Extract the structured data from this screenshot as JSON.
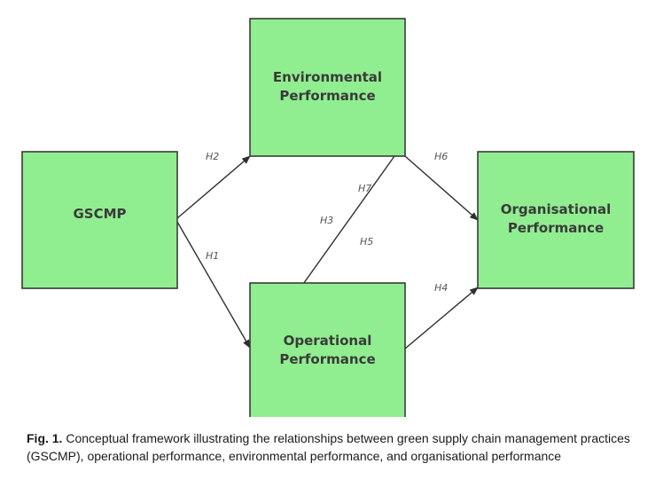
{
  "diagram": {
    "nodes": [
      {
        "id": "gscmp",
        "lines": [
          "GSCMP"
        ]
      },
      {
        "id": "environmental",
        "lines": [
          "Environmental",
          "Performance"
        ]
      },
      {
        "id": "operational",
        "lines": [
          "Operational",
          "Performance"
        ]
      },
      {
        "id": "organisational",
        "lines": [
          "Organisational",
          "Performance"
        ]
      }
    ],
    "edges": [
      {
        "from": "gscmp",
        "to": "environmental",
        "label": "H2"
      },
      {
        "from": "gscmp",
        "to": "operational",
        "label": "H1"
      },
      {
        "from": "environmental",
        "to": "organisational",
        "label": "H6"
      },
      {
        "from": "operational",
        "to": "organisational",
        "label": "H4"
      },
      {
        "from": "environmental",
        "to": "operational",
        "label": "H7"
      }
    ],
    "extra_labels": [
      "H3",
      "H5"
    ]
  },
  "caption": {
    "prefix": "Fig. 1.",
    "text": " Conceptual framework illustrating the relationships between green supply chain management practices (GSCMP), operational performance, environmental performance, and organisational performance"
  }
}
